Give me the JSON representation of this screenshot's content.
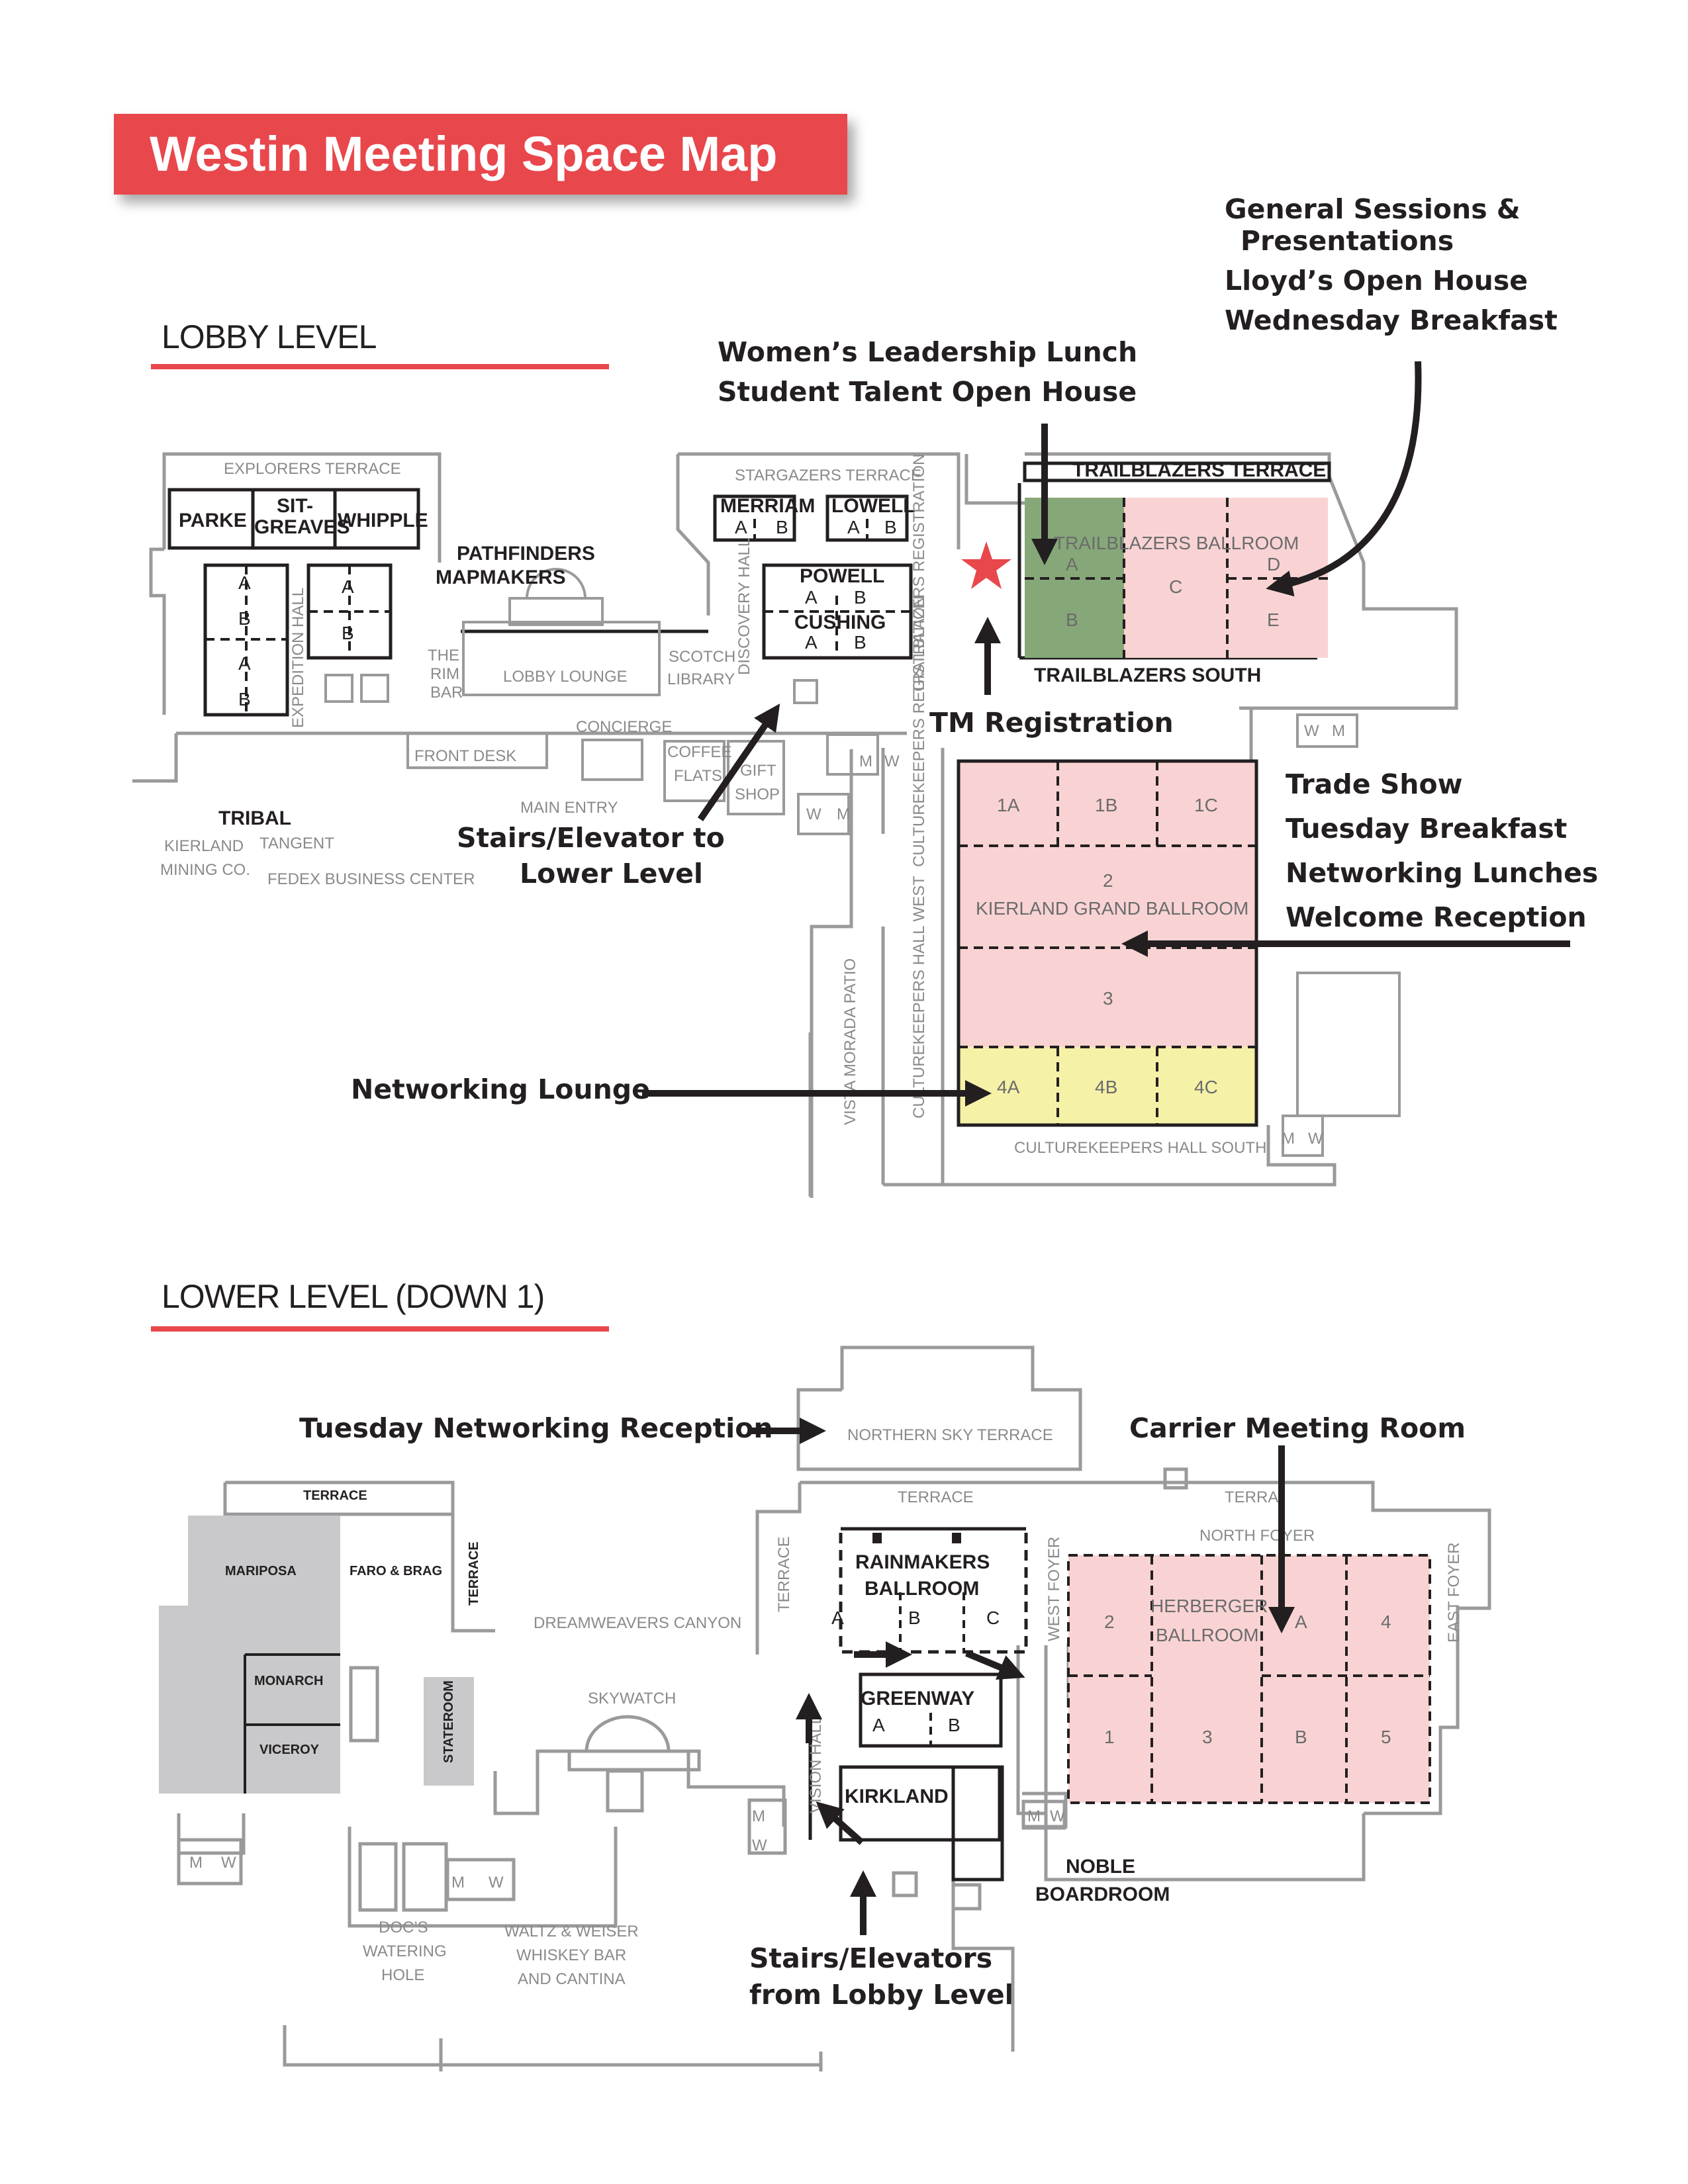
{
  "title": "Westin Meeting Space Map",
  "levels": {
    "lobby": "LOBBY LEVEL",
    "lower": "LOWER LEVEL (DOWN 1)"
  },
  "callouts": {
    "general_sessions": [
      "General Sessions &",
      "Presentations",
      "Lloyd’s Open House",
      "Wednesday Breakfast"
    ],
    "womens_lunch": [
      "Women’s Leadership Lunch",
      "Student Talent Open House"
    ],
    "tm_registration": "TM Registration",
    "stairs_lobby": [
      "Stairs/Elevator to",
      "Lower Level"
    ],
    "trade_show": [
      "Trade Show",
      "Tuesday Breakfast",
      "Networking Lunches",
      "Welcome Reception"
    ],
    "networking_lounge": "Networking Lounge",
    "tuesday_reception": "Tuesday Networking Reception",
    "carrier_room": "Carrier Meeting Room",
    "stairs_lower": [
      "Stairs/Elevators",
      "from Lobby Level"
    ]
  },
  "lobby_labels": {
    "explorers_terrace": "EXPLORERS TERRACE",
    "parke": "PARKE",
    "sit": "SIT-",
    "greaves": "GREAVES",
    "whipple": "WHIPPLE",
    "pathfinders": "PATHFINDERS",
    "mapmakers": "MAPMAKERS",
    "a": "A",
    "b": "B",
    "c": "C",
    "d": "D",
    "e": "E",
    "expedition_hall": "EXPEDITION HALL",
    "the": "THE",
    "rim": "RIM",
    "bar": "BAR",
    "lobby_lounge": "LOBBY LOUNGE",
    "scotch": "SCOTCH",
    "library": "LIBRARY",
    "discovery_hall": "DISCOVERY HALL",
    "stargazers_terrace": "STARGAZERS TERRACE",
    "merriam": "MERRIAM",
    "lowell": "LOWELL",
    "powell": "POWELL",
    "cushing": "CUSHING",
    "trailblazers_registration": "TRAILBLAZERS REGISTRATION",
    "trailblazers_terrace": "TRAILBLAZERS TERRACE",
    "trailblazers_ballroom": "TRAILBLAZERS BALLROOM",
    "trailblazers_south": "TRAILBLAZERS SOUTH",
    "concierge": "CONCIERGE",
    "front_desk": "FRONT DESK",
    "coffee": "COFFEE",
    "flats": "FLATS",
    "gift": "GIFT",
    "shop": "SHOP",
    "main_entry": "MAIN ENTRY",
    "tribal": "TRIBAL",
    "kierland": "KIERLAND",
    "mining_co": "MINING CO.",
    "tangent": "TANGENT",
    "fedex": "FEDEX BUSINESS CENTER",
    "w": "W",
    "m": "M",
    "culturekeepers_registration": "CULTUREKEEPERS REGISTRATION",
    "culturekeepers_hall_west": "CULTUREKEEPERS HALL WEST",
    "vista_morada_patio": "VISTA MORADA PATIO",
    "r1a": "1A",
    "r1b": "1B",
    "r1c": "1C",
    "r2": "2",
    "kierland_grand_ballroom": "KIERLAND GRAND BALLROOM",
    "r3": "3",
    "r4a": "4A",
    "r4b": "4B",
    "r4c": "4C",
    "culturekeepers_hall_south": "CULTUREKEEPERS HALL SOUTH"
  },
  "lower_labels": {
    "northern_sky_terrace": "NORTHERN SKY TERRACE",
    "terrace": "TERRACE",
    "terrace_cut": "TERRA",
    "mariposa": "MARIPOSA",
    "faro_brag": "FARO & BRAG",
    "monarch": "MONARCH",
    "viceroy": "VICEROY",
    "stateroom": "STATEROOM",
    "dreamweavers_canyon": "DREAMWEAVERS CANYON",
    "skywatch": "SKYWATCH",
    "rainmakers": "RAINMAKERS",
    "ballroom": "BALLROOM",
    "a": "A",
    "b": "B",
    "c": "C",
    "greenway": "GREENWAY",
    "kirkland": "KIRKLAND",
    "vision_hall": "VISION HALL",
    "west_foyer": "WEST FOYER",
    "north_foyer": "NORTH FOYER",
    "east_foyer": "EAST FOYER",
    "herberger": "HERBERGER",
    "r1": "1",
    "r2": "2",
    "r3": "3",
    "r4": "4",
    "r5": "5",
    "noble": "NOBLE",
    "boardroom": "BOARDROOM",
    "docs": "DOC’S",
    "watering": "WATERING",
    "hole": "HOLE",
    "waltz": "WALTZ & WEISER",
    "whiskey": "WHISKEY BAR",
    "cantina": "AND CANTINA",
    "w": "W",
    "m": "M"
  },
  "colors": {
    "accent_red": "#e8474c",
    "highlight_pink": "#f9d3d3",
    "highlight_green": "#86a878",
    "highlight_yellow": "#f5f1a7",
    "gray_rooms": "#c9c9cb",
    "wall_gray": "#9a9a9c",
    "dark_wall": "#231f20"
  },
  "icons": [
    "star-icon",
    "arrow-icon"
  ]
}
